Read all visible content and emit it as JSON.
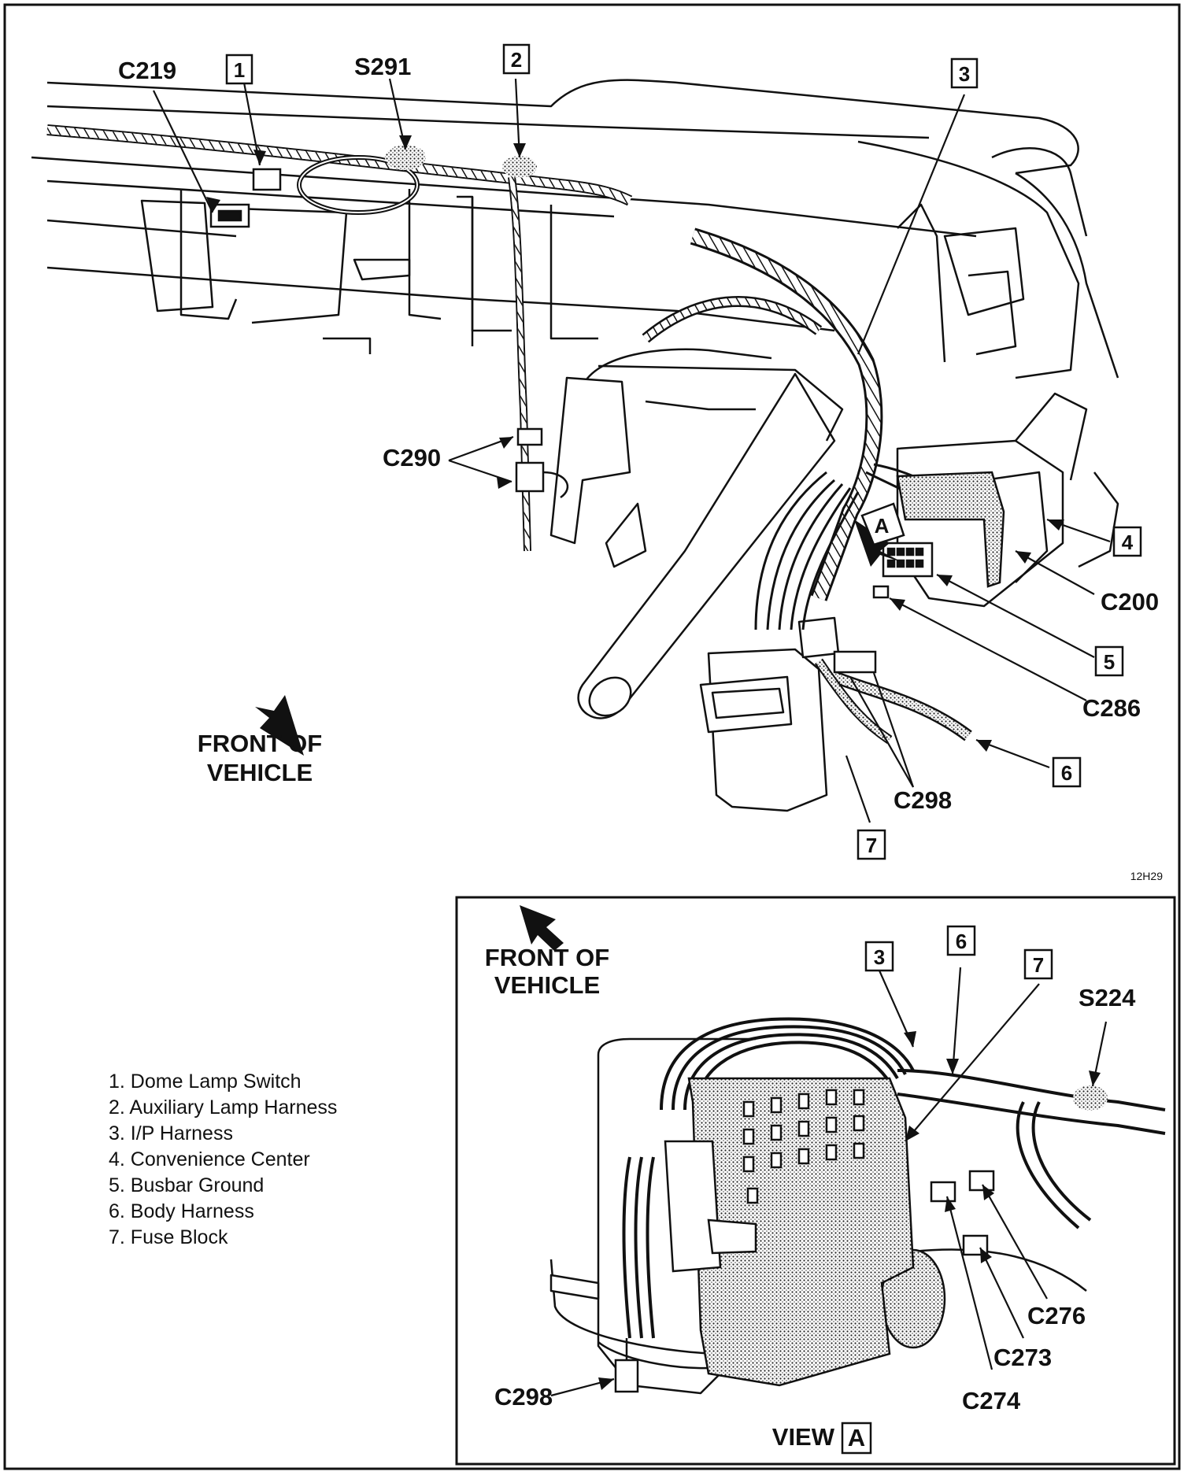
{
  "main_view": {
    "connector_labels": {
      "c219": "C219",
      "s291": "S291",
      "c290": "C290",
      "c200": "C200",
      "c286": "C286",
      "c298": "C298"
    },
    "callouts": {
      "c1": "1",
      "c2": "2",
      "c3": "3",
      "c4": "4",
      "c5": "5",
      "c6": "6",
      "c7": "7",
      "view_a_marker": "A"
    },
    "front_of_vehicle": [
      "FRONT OF",
      "VEHICLE"
    ],
    "figure_code": "12H29"
  },
  "view_a": {
    "front_of_vehicle": [
      "FRONT OF",
      "VEHICLE"
    ],
    "callouts": {
      "c3": "3",
      "c6": "6",
      "c7": "7"
    },
    "connector_labels": {
      "s224": "S224",
      "c276": "C276",
      "c273": "C273",
      "c274": "C274",
      "c298": "C298"
    },
    "title": "VIEW",
    "title_box": "A"
  },
  "legend": {
    "items": [
      "1. Dome Lamp Switch",
      "2. Auxiliary Lamp Harness",
      "3. I/P Harness",
      "4. Convenience Center",
      "5. Busbar Ground",
      "6. Body Harness",
      "7. Fuse Block"
    ]
  },
  "colors": {
    "ink": "#111111",
    "paper": "#ffffff",
    "shade": "#9a9a9a"
  }
}
